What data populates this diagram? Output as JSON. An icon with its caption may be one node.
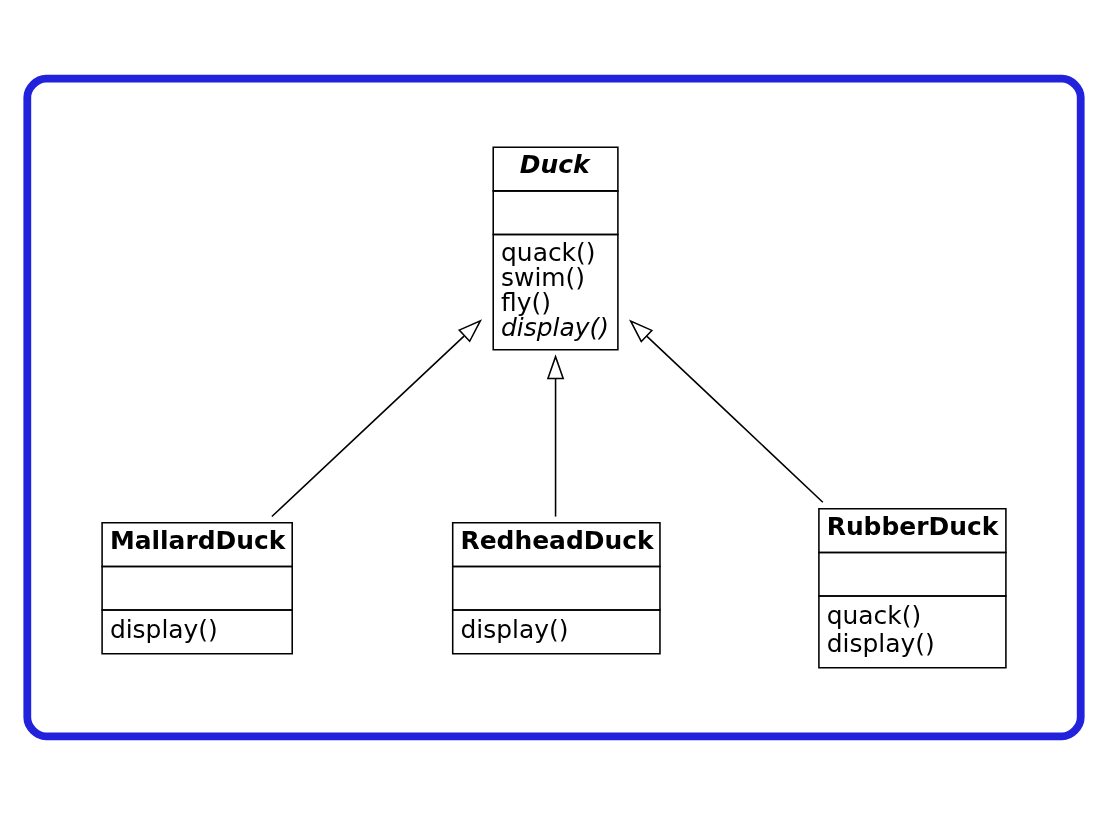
{
  "diagram": {
    "nodes": [
      {
        "text": [],
        "shape": "box"
      },
      {
        "text": [
          "Duck",
          "quack()",
          "swim()",
          "fly()",
          "*display()*"
        ],
        "in": 0
      },
      {
        "text": [
          "MallardDuck",
          "display()"
        ],
        "in": 0
      },
      {
        "text": [
          "RedheadDuck",
          "display()"
        ],
        "in": 0
      },
      {
        "text": [
          "RubberDuck",
          "quack()",
          "display()"
        ],
        "in": 0
      }
    ],
    "edges": [
      {
        "from": 2,
        "to": 1,
        "arrow": "to"
      },
      {
        "from": 3,
        "to": 1,
        "arrow": "to"
      },
      {
        "from": 4,
        "to": 1,
        "arrow": "to"
      }
    ]
  }
}
